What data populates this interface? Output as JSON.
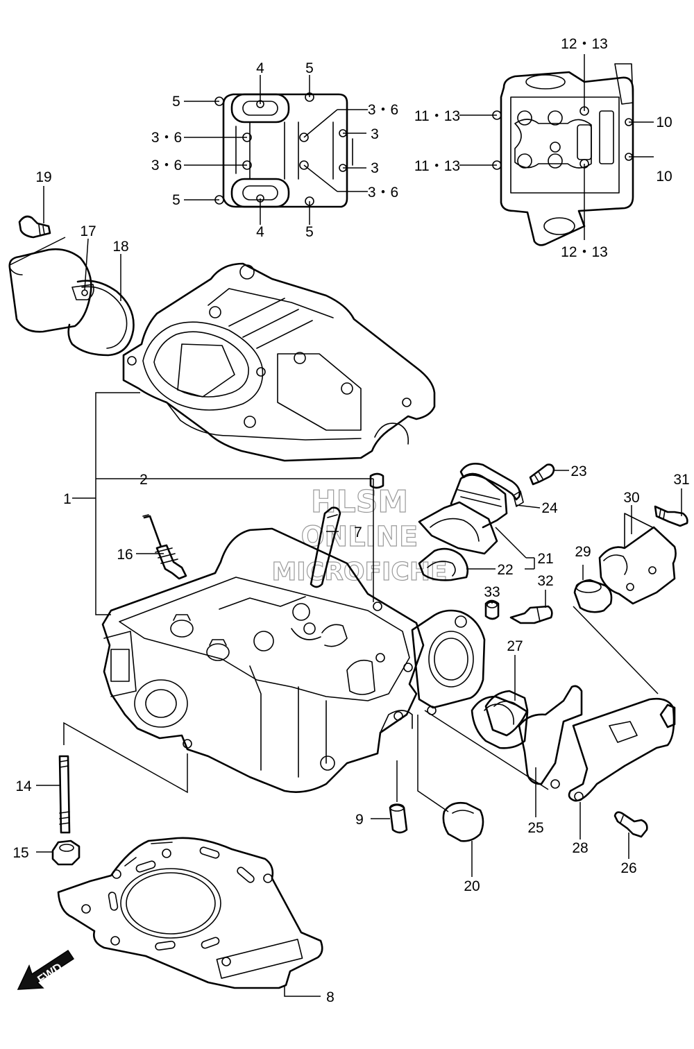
{
  "watermark": {
    "line1": "HLSM",
    "line2": "ONLINE",
    "line3": "MICROFICHE"
  },
  "fwd_arrow_label": "FWD",
  "callouts": {
    "c1": "1",
    "c2": "2",
    "c3a": "3",
    "c3b": "3",
    "c36a": "3・6",
    "c36b": "3・6",
    "c36c": "3・6",
    "c36d": "3・6",
    "c4a": "4",
    "c4b": "4",
    "c5a": "5",
    "c5b": "5",
    "c5c": "5",
    "c5d": "5",
    "c7": "7",
    "c8": "8",
    "c9": "9",
    "c10a": "10",
    "c10b": "10",
    "c1113a": "11・13",
    "c1113b": "11・13",
    "c1213a": "12・13",
    "c1213b": "12・13",
    "c14": "14",
    "c15": "15",
    "c16": "16",
    "c17": "17",
    "c18": "18",
    "c19": "19",
    "c20": "20",
    "c21": "21",
    "c22": "22",
    "c23": "23",
    "c24": "24",
    "c25": "25",
    "c26": "26",
    "c27": "27",
    "c28": "28",
    "c29": "29",
    "c30": "30",
    "c31": "31",
    "c32": "32",
    "c33": "33"
  }
}
